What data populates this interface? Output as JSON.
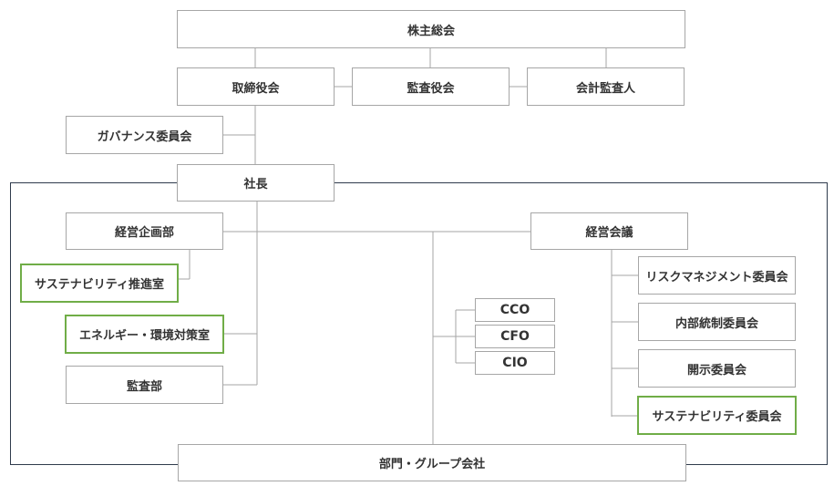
{
  "nodes": {
    "shareholders": "株主総会",
    "board": "取締役会",
    "auditors": "監査役会",
    "accounting_auditor": "会計監査人",
    "governance_committee": "ガバナンス委員会",
    "president": "社長",
    "corporate_planning": "経営企画部",
    "sustainability_office": "サステナビリティ推進室",
    "energy_env_office": "エネルギー・環境対策室",
    "audit_dept": "監査部",
    "management_meeting": "経営会議",
    "cco": "CCO",
    "cfo": "CFO",
    "cio": "CIO",
    "risk_committee": "リスクマネジメント委員会",
    "internal_control_committee": "内部統制委員会",
    "disclosure_committee": "開示委員会",
    "sustainability_committee": "サステナビリティ委員会",
    "divisions": "部門・グループ会社"
  },
  "colors": {
    "border": "#a6a6a6",
    "highlight": "#70ad47",
    "frame": "#2f3b4c",
    "line": "#a6a6a6",
    "text": "#333333"
  }
}
